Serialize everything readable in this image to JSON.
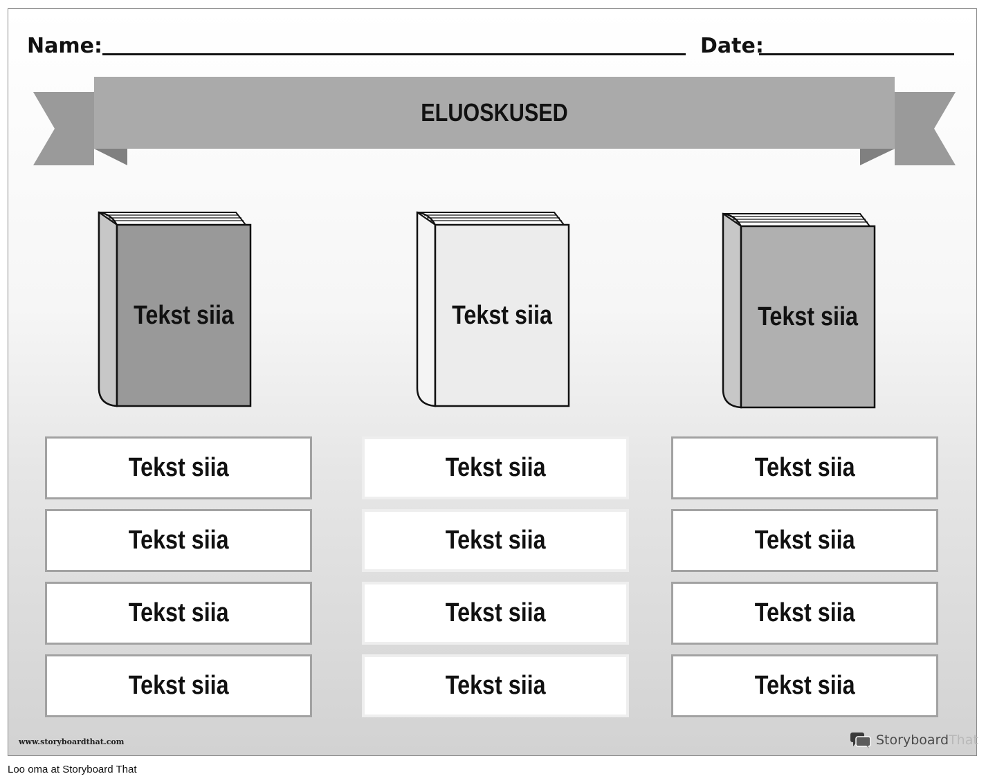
{
  "header": {
    "name_label": "Name:",
    "date_label": "Date:"
  },
  "banner": {
    "title": "ELUOSKUSED"
  },
  "books": [
    {
      "text": "Tekst siia",
      "cover_color": "#999999"
    },
    {
      "text": "Tekst siia",
      "cover_color": "#ececec"
    },
    {
      "text": "Tekst siia",
      "cover_color": "#b0b0b0"
    }
  ],
  "columns": [
    {
      "border_style": "grey",
      "items": [
        "Tekst siia",
        "Tekst siia",
        "Tekst siia",
        "Tekst siia"
      ]
    },
    {
      "border_style": "light",
      "items": [
        "Tekst siia",
        "Tekst siia",
        "Tekst siia",
        "Tekst siia"
      ]
    },
    {
      "border_style": "grey",
      "items": [
        "Tekst siia",
        "Tekst siia",
        "Tekst siia",
        "Tekst siia"
      ]
    }
  ],
  "watermark": {
    "url": "www.storyboardthat.com",
    "brand_a": "Storyboard",
    "brand_b": "That",
    "icon": "storyboard-that-speech-bubbles-icon"
  },
  "footer": {
    "text": "Loo oma at Storyboard That"
  },
  "colors": {
    "ribbon_main": "#aaaaaa",
    "ribbon_tail": "#9a9a9a",
    "ribbon_fold": "#808080"
  }
}
